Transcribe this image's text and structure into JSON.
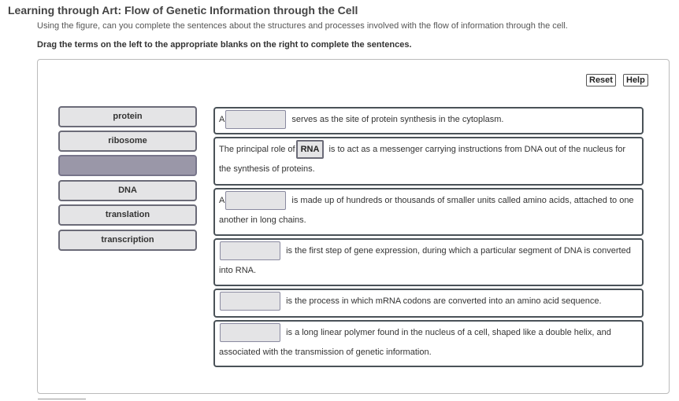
{
  "title": "Learning through Art: Flow of Genetic Information through the Cell",
  "intro": "Using the figure, can you complete the sentences about the structures and processes involved with the flow of information through the cell.",
  "instructions": "Drag the terms on the left to the appropriate blanks on the right to complete the sentences.",
  "buttons": {
    "reset": "Reset",
    "help": "Help"
  },
  "terms": [
    "protein",
    "ribosome",
    "",
    "DNA",
    "translation",
    "transcription"
  ],
  "sentences": [
    {
      "pre": "A",
      "post": "serves as the site of protein synthesis in the cytoplasm."
    },
    {
      "pre": "The principal role of",
      "filled": "RNA",
      "post": "is to act as a messenger carrying instructions from DNA out of the nucleus for the synthesis of proteins."
    },
    {
      "pre": "A",
      "post": "is made up of hundreds or thousands of smaller units called amino acids, attached to one another in long chains."
    },
    {
      "post": "is the first step of gene expression, during which a particular segment of DNA is converted into RNA."
    },
    {
      "post": "is the process in which mRNA codons are converted into an amino acid sequence."
    },
    {
      "post": "is a long linear polymer found in the nucleus of a cell, shaped like a double helix, and associated with the transmission of genetic information."
    }
  ]
}
